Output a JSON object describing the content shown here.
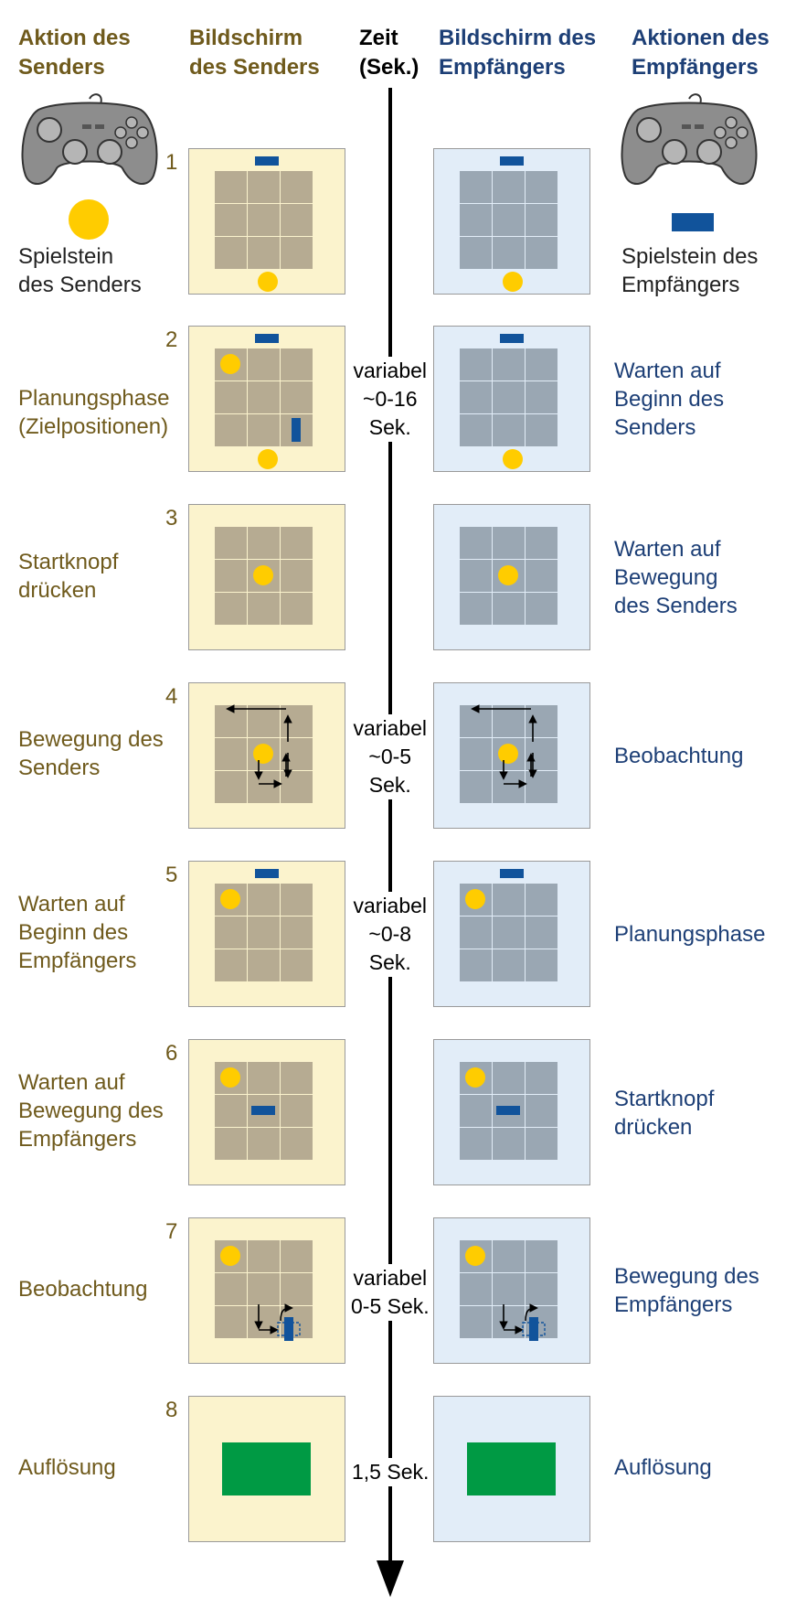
{
  "headers": {
    "sender_action": "Aktion des\nSenders",
    "sender_screen": "Bildschirm\ndes Senders",
    "time": "Zeit\n(Sek.)",
    "receiver_screen": "Bildschirm des\nEmpfängers",
    "receiver_actions": "Aktionen des\nEmpfängers"
  },
  "legend": {
    "sender_token": "Spielstein\ndes Senders",
    "receiver_token": "Spielstein des\nEmpfängers"
  },
  "steps": [
    {
      "num": "1",
      "sender": "",
      "receiver": "",
      "duration": ""
    },
    {
      "num": "2",
      "sender": "Planungsphase\n(Zielpositionen)",
      "receiver": "Warten auf\nBeginn des\nSenders",
      "duration": "variabel\n~0-16\nSek."
    },
    {
      "num": "3",
      "sender": "Startknopf\ndrücken",
      "receiver": "Warten auf\nBewegung\ndes Senders",
      "duration": ""
    },
    {
      "num": "4",
      "sender": "Bewegung des\nSenders",
      "receiver": "Beobachtung",
      "duration": "variabel\n~0-5\nSek."
    },
    {
      "num": "5",
      "sender": "Warten auf\nBeginn des\nEmpfängers",
      "receiver": "Planungsphase",
      "duration": "variabel\n~0-8\nSek."
    },
    {
      "num": "6",
      "sender": "Warten auf\nBewegung des\nEmpfängers",
      "receiver": "Startknopf\ndrücken",
      "duration": ""
    },
    {
      "num": "7",
      "sender": "Beobachtung",
      "receiver": "Bewegung des\nEmpfängers",
      "duration": "variabel\n0-5 Sek."
    },
    {
      "num": "8",
      "sender": "Auflösung",
      "receiver": "Auflösung",
      "duration": "1,5 Sek."
    }
  ],
  "icons": {
    "controller": "gamepad-icon",
    "sender_token": "yellow-circle",
    "receiver_token": "blue-rectangle"
  },
  "colors": {
    "sender_text": "#6f5a1c",
    "receiver_text": "#1d3f76",
    "sender_panel": "#fbf3cd",
    "receiver_panel": "#e2edf8",
    "sender_token": "#ffcc00",
    "receiver_token": "#11539b",
    "resolution": "#009a44"
  }
}
